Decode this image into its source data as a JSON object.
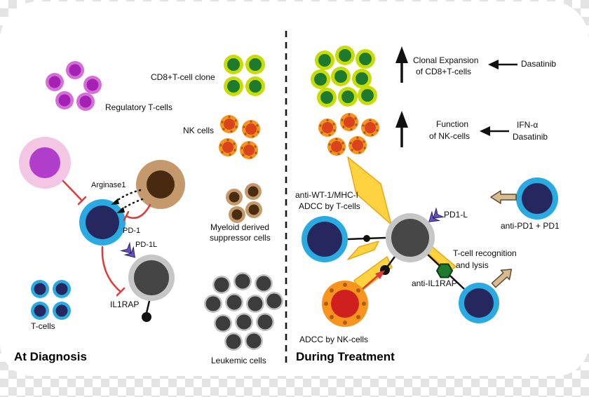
{
  "titles": {
    "left": "At Diagnosis",
    "right": "During Treatment"
  },
  "left_panel": {
    "regulatory_tcells": "Regulatory T-cells",
    "arginase": "Arginase1",
    "pd1": "PD-1",
    "pd1l": "PD-1L",
    "il1rap": "IL1RAP",
    "tcells": "T-cells"
  },
  "middle_panel": {
    "cd8_clone": "CD8+T-cell clone",
    "nk_cells": "NK cells",
    "mdsc_line1": "Myeloid derived",
    "mdsc_line2": "suppressor cells",
    "leukemic": "Leukemic cells"
  },
  "right_panel": {
    "clonal_expansion_line1": "Clonal Expansion",
    "clonal_expansion_line2": "of CD8+T-cells",
    "dasatinib_top": "Dasatinib",
    "function_line1": "Function",
    "function_line2": "of NK-cells",
    "ifn_line1": "IFN-α",
    "ifn_line2": "Dasatinib",
    "anti_wt1_line1": "anti-WT-1/MHC-I",
    "anti_wt1_line2": "ADCC by T-cells",
    "pd1l": "PD1-L",
    "anti_pd1": "anti-PD1 + PD1",
    "tcell_recognition_line1": "T-cell recognition",
    "tcell_recognition_line2": "and lysis",
    "anti_il1rap": "anti-IL1RAP",
    "adcc_nk": "ADCC by NK-cells"
  },
  "palette": {
    "tcell_ring": "#29abe2",
    "tcell_core": "#27275f",
    "regulatory_ring": "#d36fd6",
    "regulatory_core": "#a520b4",
    "cd8_ring": "#c9dc00",
    "cd8_core": "#1e7a2e",
    "nk_ring": "#f7941d",
    "nk_core": "#d9441e",
    "mdsc_ring": "#c49a6c",
    "mdsc_core": "#4a2c10",
    "leukemic_ring": "#c2c2c2",
    "leukemic_core": "#3c3c3c",
    "inhibition_red": "#e03a3a",
    "flash_yellow": "#ffd23f",
    "chevron_purple": "#6a50c4",
    "antibody_tan": "#d9bb90"
  }
}
